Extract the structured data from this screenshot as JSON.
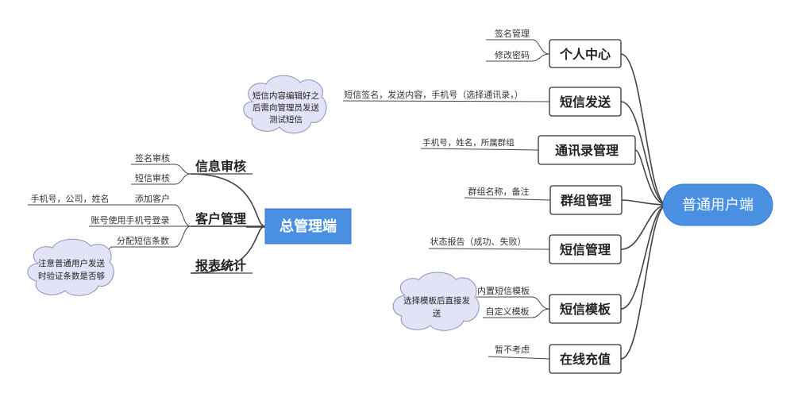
{
  "center": {
    "label": "总管理端"
  },
  "user_root": {
    "label": "普通用户端"
  },
  "admin": {
    "branches": [
      {
        "label": "信息审核",
        "children": [
          "签名审核",
          "短信审核"
        ]
      },
      {
        "label": "客户管理",
        "children": [
          "添加客户",
          "账号使用手机号登录",
          "分配短信条数"
        ],
        "sub": [
          "手机号，公司，姓名"
        ]
      },
      {
        "label": "报表统计",
        "children": []
      }
    ],
    "cloud_lines": [
      "注意普通用户发送",
      "时验证条数是否够"
    ]
  },
  "user": {
    "branches": [
      {
        "label": "个人中心",
        "children": [
          "签名管理",
          "修改密码"
        ]
      },
      {
        "label": "短信发送",
        "children": [
          "短信签名，发送内容，手机号（选择通讯录，）"
        ]
      },
      {
        "label": "通讯录管理",
        "children": [
          "手机号，姓名，所属群组"
        ]
      },
      {
        "label": "群组管理",
        "children": [
          "群组名称，备注"
        ]
      },
      {
        "label": "短信管理",
        "children": [
          "状态报告（成功、失败）"
        ]
      },
      {
        "label": "短信模板",
        "children": [
          "内置短信模板",
          "自定义模板"
        ]
      },
      {
        "label": "在线充值",
        "children": [
          "暂不考虑"
        ]
      }
    ],
    "cloud_send_lines": [
      "短信内容编辑好之",
      "后需向管理员发送",
      "测试短信"
    ],
    "cloud_template_lines": [
      "选择模板后直接发",
      "送"
    ]
  },
  "colors": {
    "center_fill": "#4a90e2",
    "user_fill": "#4a90e2",
    "line": "#444444",
    "cloud_fill": "#e3e3f7",
    "cloud_stroke": "#8f8fb8"
  }
}
